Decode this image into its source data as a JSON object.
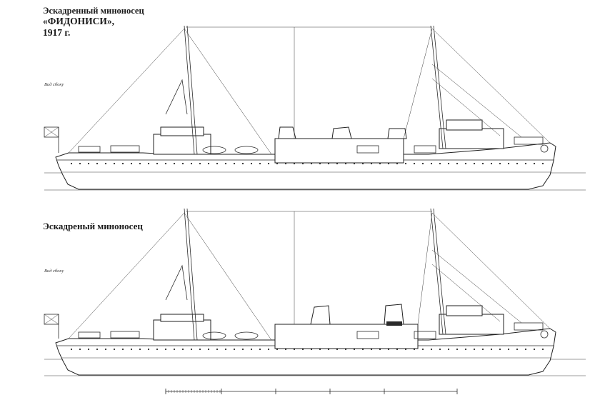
{
  "drawing_top": {
    "title_line1": "Эскадренный миноносец",
    "title_line2": "«ФИДОНИСИ»,",
    "title_line3": "1917 г.",
    "view_label": "Вид сбоку"
  },
  "drawing_bottom": {
    "title_line1": "Эскадреный миноносец",
    "view_label": "Вид сбоку"
  },
  "colors": {
    "ink": "#2a2a2a",
    "paper": "#ffffff"
  }
}
